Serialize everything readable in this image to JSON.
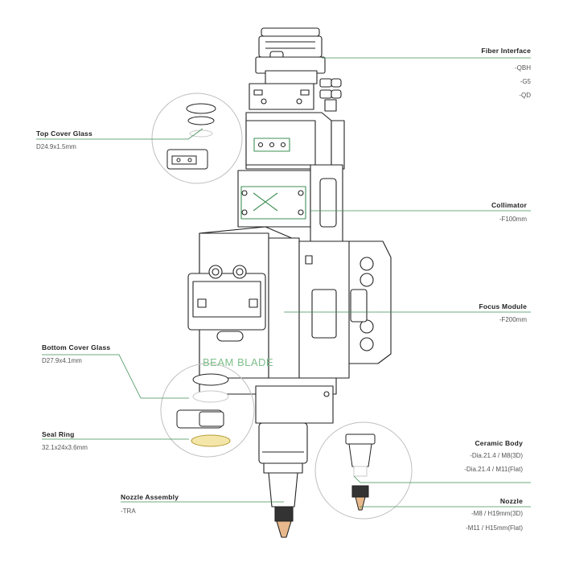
{
  "brand_text": "BEAM BLADE",
  "accent_color": "#3f8f55",
  "labels": {
    "fiber_interface": {
      "title": "Fiber Interface",
      "lines": [
        "-QBH",
        "-G5",
        "-QD"
      ]
    },
    "top_cover_glass": {
      "title": "Top Cover Glass",
      "lines": [
        "D24.9x1.5mm"
      ]
    },
    "collimator": {
      "title": "Collimator",
      "lines": [
        "-F100mm"
      ]
    },
    "focus_module": {
      "title": "Focus Module",
      "lines": [
        "-F200mm"
      ]
    },
    "bottom_cover_glass": {
      "title": "Bottom Cover Glass",
      "lines": [
        "D27.9x4.1mm"
      ]
    },
    "seal_ring": {
      "title": "Seal Ring",
      "lines": [
        "32.1x24x3.6mm"
      ]
    },
    "ceramic_body": {
      "title": "Ceramic Body",
      "lines": [
        "-Dia.21.4 / M8(3D)",
        "-Dia.21.4 / M11(Flat)"
      ]
    },
    "nozzle": {
      "title": "Nozzle",
      "lines": [
        "-M8 / H19mm(3D)",
        "-M11 / H15mm(Flat)"
      ]
    },
    "nozzle_assembly": {
      "title": "Nozzle Assembly",
      "lines": [
        "-TRA"
      ]
    }
  }
}
